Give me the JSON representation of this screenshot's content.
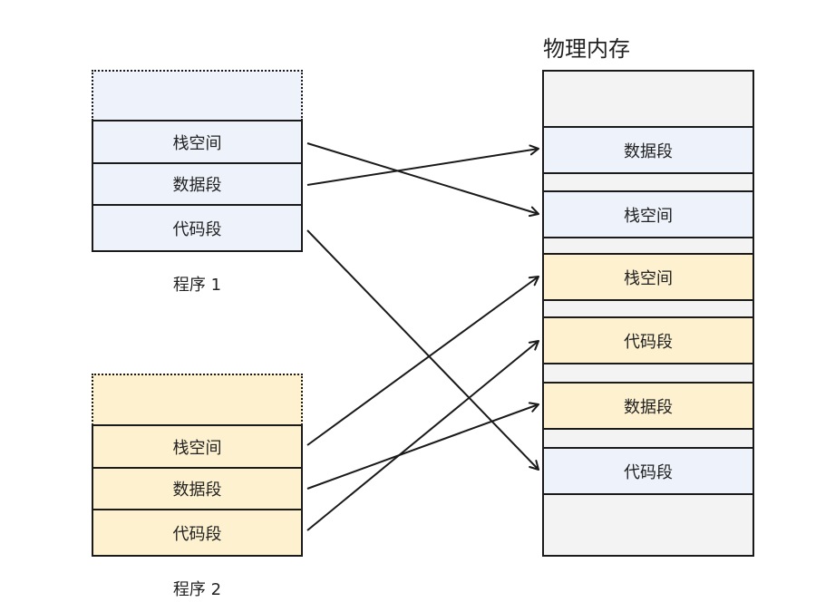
{
  "program1": {
    "label": "程序 1",
    "segments": [
      "栈空间",
      "数据段",
      "代码段"
    ],
    "fill": "#eef2fb"
  },
  "program2": {
    "label": "程序 2",
    "segments": [
      "栈空间",
      "数据段",
      "代码段"
    ],
    "fill": "#fdf1d0"
  },
  "memory": {
    "title": "物理内存",
    "fill": "#f3f3f3",
    "blocks": [
      {
        "label": "数据段",
        "owner": "program1"
      },
      {
        "label": "栈空间",
        "owner": "program1"
      },
      {
        "label": "栈空间",
        "owner": "program2"
      },
      {
        "label": "代码段",
        "owner": "program2"
      },
      {
        "label": "数据段",
        "owner": "program2"
      },
      {
        "label": "代码段",
        "owner": "program1"
      }
    ]
  },
  "colors": {
    "line": "#1a1a1a",
    "program1_fill": "#eef2fb",
    "program2_fill": "#fdf1d0",
    "memory_fill": "#f3f3f3"
  }
}
